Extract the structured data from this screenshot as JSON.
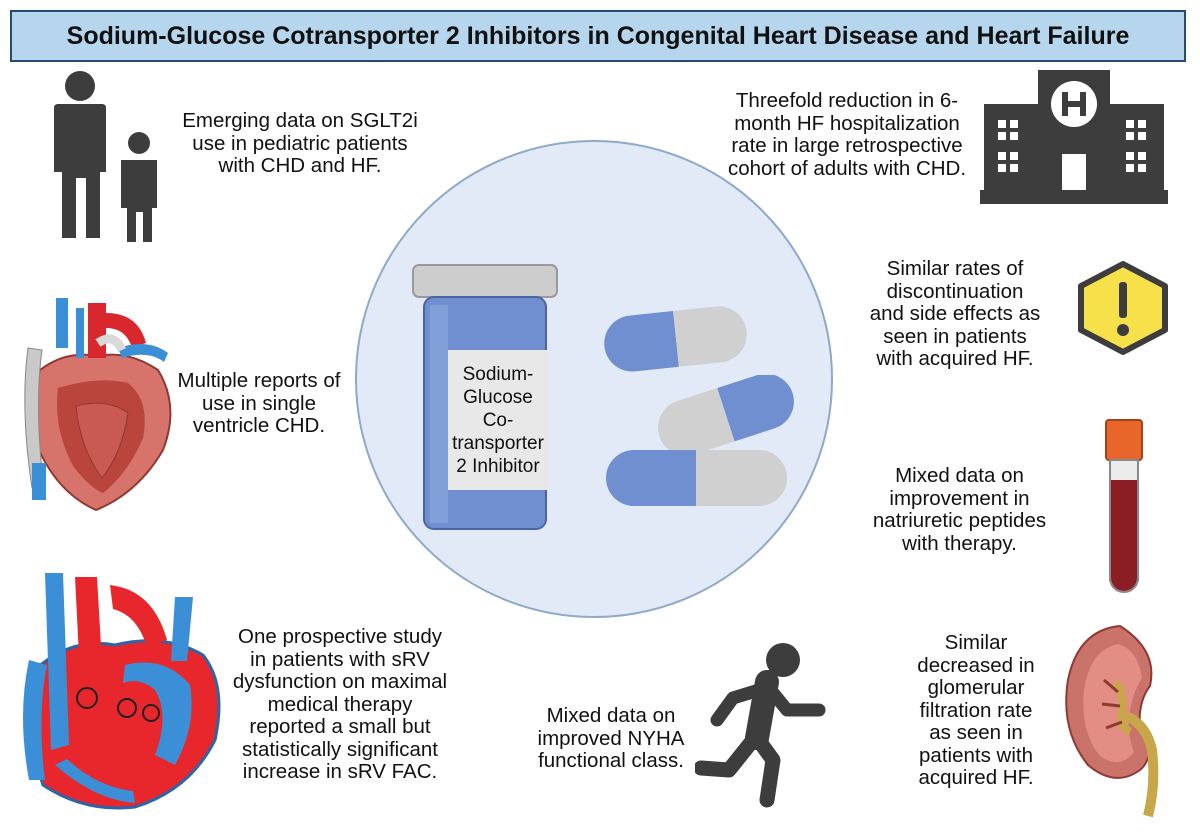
{
  "title": "Sodium-Glucose Cotransporter 2 Inhibitors in Congenital Heart Disease and Heart Failure",
  "center_label": [
    "Sodium-",
    "Glucose",
    "Co-",
    "transporter",
    "2 Inhibitor"
  ],
  "findings": {
    "pediatric": [
      "Emerging data on SGLT2i",
      "use in pediatric patients",
      "with CHD and HF."
    ],
    "single_ventricle": [
      "Multiple reports of",
      "use in single",
      "ventricle CHD."
    ],
    "srv": [
      "One prospective study",
      "in patients with sRV",
      "dysfunction on maximal",
      "medical therapy",
      "reported a small but",
      "statistically significant",
      "increase in sRV FAC."
    ],
    "nyha": [
      "Mixed data on",
      "improved NYHA",
      "functional class."
    ],
    "hospitalization": [
      "Threefold reduction in 6-",
      "month HF hospitalization",
      "rate in large retrospective",
      "cohort of adults with CHD."
    ],
    "side_effects": [
      "Similar rates of",
      "discontinuation",
      "and side effects as",
      "seen in patients",
      "with acquired HF."
    ],
    "peptides": [
      "Mixed data on",
      "improvement in",
      "natriuretic peptides",
      "with therapy."
    ],
    "gfr": [
      "Similar",
      "decreased in",
      "glomerular",
      "filtration rate",
      "as seen in",
      "patients with",
      "acquired HF."
    ]
  },
  "icons": {
    "people": "people-icon",
    "heart_single": "single-ventricle-heart-icon",
    "heart_srv": "heart-anatomy-icon",
    "runner": "running-person-icon",
    "hospital": "hospital-icon",
    "warning": "warning-icon",
    "tube": "blood-tube-icon",
    "kidney": "kidney-icon",
    "bottle": "pill-bottle-icon",
    "capsule": "capsule-icon"
  },
  "colors": {
    "banner_bg": "#b6d6ee",
    "banner_border": "#274a6e",
    "icon_dark": "#3d3d3d",
    "pill_blue": "#6f8fd0",
    "warning_yellow": "#f6e14a",
    "vessel_red": "#e0262b",
    "vessel_blue": "#3b8fd6"
  }
}
